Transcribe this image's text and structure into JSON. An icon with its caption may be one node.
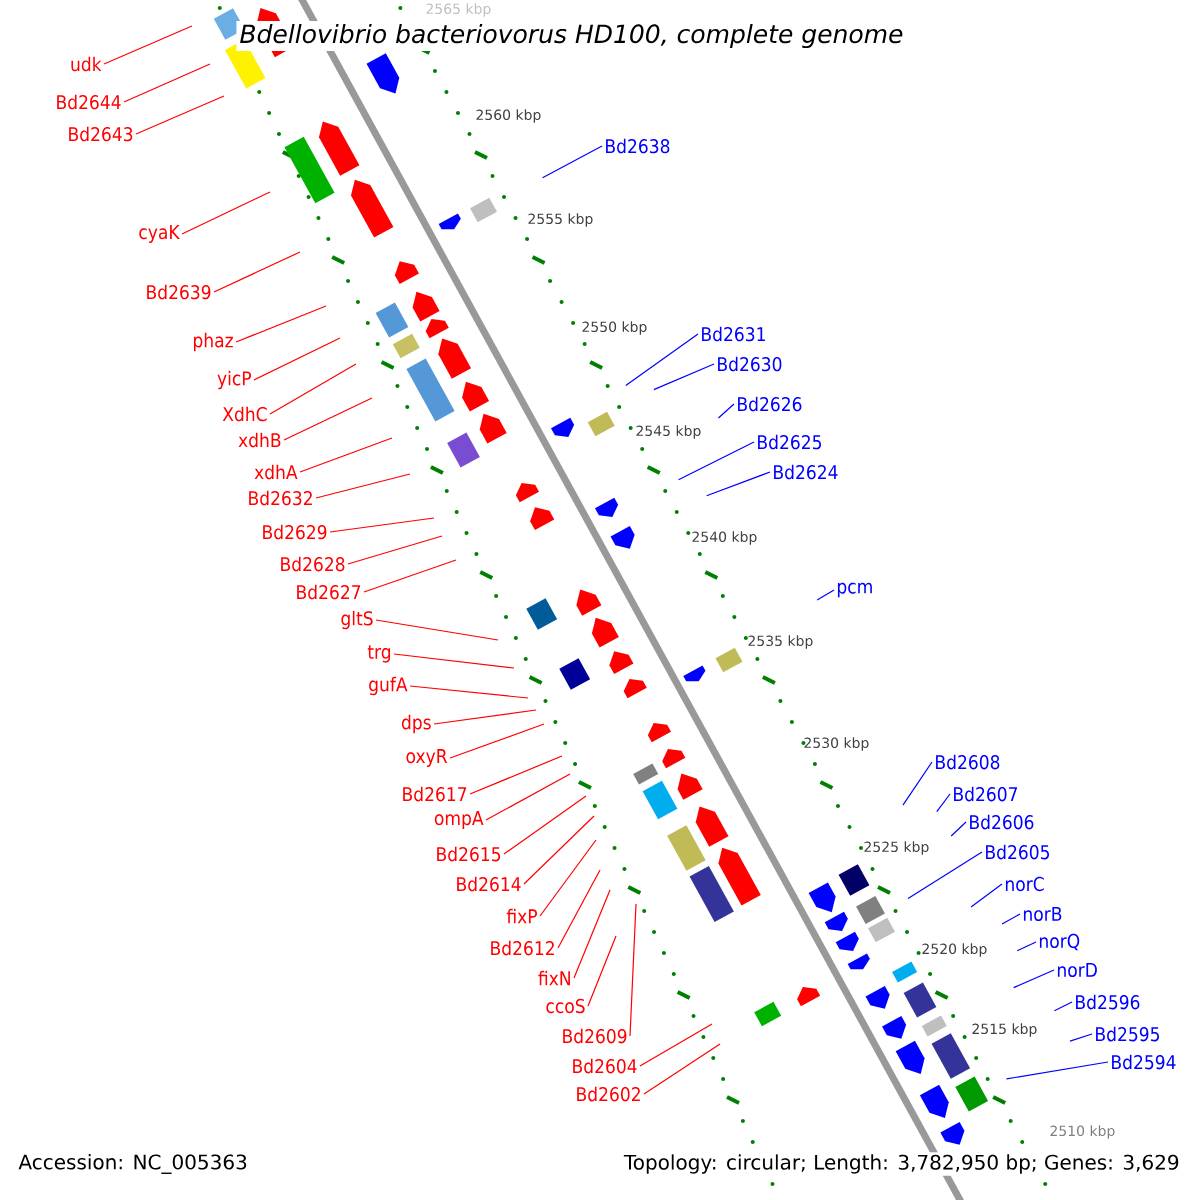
{
  "diagram": {
    "title": "Bdellovibrio bacteriovorus HD100, complete genome",
    "nodes": [
      {
        "text": [
          "udk"
        ]
      },
      {
        "text": [
          "Bd2644"
        ]
      },
      {
        "text": [
          "Bd2643"
        ]
      },
      {
        "text": [
          "cyaK"
        ]
      },
      {
        "text": [
          "Bd2639"
        ]
      },
      {
        "text": [
          "phaz"
        ]
      },
      {
        "text": [
          "yicP"
        ]
      },
      {
        "text": [
          "XdhC"
        ]
      },
      {
        "text": [
          "xdhB"
        ]
      },
      {
        "text": [
          "xdhA"
        ]
      },
      {
        "text": [
          "Bd2632"
        ]
      },
      {
        "text": [
          "Bd2629"
        ]
      },
      {
        "text": [
          "Bd2628"
        ]
      },
      {
        "text": [
          "Bd2627"
        ]
      },
      {
        "text": [
          "gltS"
        ]
      },
      {
        "text": [
          "trg"
        ]
      },
      {
        "text": [
          "gufA"
        ]
      },
      {
        "text": [
          "dps"
        ]
      },
      {
        "text": [
          "oxyR"
        ]
      },
      {
        "text": [
          "Bd2617"
        ]
      },
      {
        "text": [
          "ompA"
        ]
      },
      {
        "text": [
          "Bd2615"
        ]
      },
      {
        "text": [
          "Bd2614"
        ]
      },
      {
        "text": [
          "fixP"
        ]
      },
      {
        "text": [
          "Bd2612"
        ]
      },
      {
        "text": [
          "fixN"
        ]
      },
      {
        "text": [
          "ccoS"
        ]
      },
      {
        "text": [
          "Bd2609"
        ]
      },
      {
        "text": [
          "Bd2604"
        ]
      },
      {
        "text": [
          "Bd2602"
        ]
      },
      {
        "text": [
          "Bd2638"
        ]
      },
      {
        "text": [
          "Bd2631"
        ]
      },
      {
        "text": [
          "Bd2630"
        ]
      },
      {
        "text": [
          "Bd2626"
        ]
      },
      {
        "text": [
          "Bd2625"
        ]
      },
      {
        "text": [
          "Bd2624"
        ]
      },
      {
        "text": [
          "pcm"
        ]
      },
      {
        "text": [
          "Bd2608"
        ]
      },
      {
        "text": [
          "Bd2607"
        ]
      },
      {
        "text": [
          "Bd2606"
        ]
      },
      {
        "text": [
          "Bd2605"
        ]
      },
      {
        "text": [
          "norC"
        ]
      },
      {
        "text": [
          "norB"
        ]
      },
      {
        "text": [
          "norQ"
        ]
      },
      {
        "text": [
          "norD"
        ]
      },
      {
        "text": [
          "Bd2596"
        ]
      },
      {
        "text": [
          "Bd2595"
        ]
      },
      {
        "text": [
          "Bd2594"
        ]
      }
    ],
    "edges": [
      {
        "from": 0,
        "to": null,
        "arrow": "none"
      },
      {
        "from": 1,
        "to": null,
        "arrow": "none"
      },
      {
        "from": 2,
        "to": null,
        "arrow": "none"
      },
      {
        "from": 3,
        "to": null,
        "arrow": "none"
      },
      {
        "from": 4,
        "to": null,
        "arrow": "none"
      },
      {
        "from": 5,
        "to": null,
        "arrow": "none"
      },
      {
        "from": 6,
        "to": null,
        "arrow": "none"
      },
      {
        "from": 7,
        "to": null,
        "arrow": "none"
      },
      {
        "from": 8,
        "to": null,
        "arrow": "none"
      },
      {
        "from": 9,
        "to": null,
        "arrow": "none"
      },
      {
        "from": 10,
        "to": null,
        "arrow": "none"
      },
      {
        "from": 11,
        "to": null,
        "arrow": "none"
      },
      {
        "from": 12,
        "to": null,
        "arrow": "none"
      },
      {
        "from": 13,
        "to": null,
        "arrow": "none"
      },
      {
        "from": 14,
        "to": null,
        "arrow": "none"
      },
      {
        "from": 15,
        "to": null,
        "arrow": "none"
      },
      {
        "from": 16,
        "to": null,
        "arrow": "none"
      },
      {
        "from": 17,
        "to": null,
        "arrow": "none"
      },
      {
        "from": 18,
        "to": null,
        "arrow": "none"
      },
      {
        "from": 19,
        "to": null,
        "arrow": "none"
      },
      {
        "from": 20,
        "to": null,
        "arrow": "none"
      },
      {
        "from": 21,
        "to": null,
        "arrow": "none"
      },
      {
        "from": 22,
        "to": null,
        "arrow": "none"
      },
      {
        "from": 23,
        "to": null,
        "arrow": "none"
      },
      {
        "from": 24,
        "to": null,
        "arrow": "none"
      },
      {
        "from": 25,
        "to": null,
        "arrow": "none"
      },
      {
        "from": 26,
        "to": null,
        "arrow": "none"
      },
      {
        "from": 27,
        "to": null,
        "arrow": "none"
      },
      {
        "from": 28,
        "to": null,
        "arrow": "none"
      },
      {
        "from": 29,
        "to": null,
        "arrow": "none"
      },
      {
        "from": 30,
        "to": null,
        "arrow": "none",
        "color": "#0000ff"
      },
      {
        "from": 31,
        "to": null,
        "arrow": "none",
        "color": "#0000ff"
      },
      {
        "from": 32,
        "to": null,
        "arrow": "none",
        "color": "#0000ff"
      },
      {
        "from": 33,
        "to": null,
        "arrow": "none",
        "color": "#0000ff"
      },
      {
        "from": 34,
        "to": null,
        "arrow": "none",
        "color": "#0000ff"
      },
      {
        "from": 35,
        "to": null,
        "arrow": "none",
        "color": "#0000ff"
      },
      {
        "from": 36,
        "to": null,
        "arrow": "none",
        "color": "#0000ff"
      },
      {
        "from": 37,
        "to": null,
        "arrow": "none",
        "color": "#0000ff"
      },
      {
        "from": 38,
        "to": null,
        "arrow": "none",
        "color": "#0000ff"
      },
      {
        "from": 39,
        "to": null,
        "arrow": "none",
        "color": "#0000ff"
      },
      {
        "from": 40,
        "to": null,
        "arrow": "none",
        "color": "#0000ff"
      },
      {
        "from": 41,
        "to": null,
        "arrow": "none",
        "color": "#0000ff"
      },
      {
        "from": 42,
        "to": null,
        "arrow": "none",
        "color": "#0000ff"
      },
      {
        "from": 43,
        "to": null,
        "arrow": "none",
        "color": "#0000ff"
      },
      {
        "from": 44,
        "to": null,
        "arrow": "none",
        "color": "#0000ff"
      },
      {
        "from": 45,
        "to": null,
        "arrow": "none",
        "color": "#0000ff"
      },
      {
        "from": 46,
        "to": null,
        "arrow": "none",
        "color": "#0000ff"
      },
      {
        "from": 47,
        "to": null,
        "arrow": "none",
        "color": "#0000ff"
      }
    ],
    "labels": [
      "2565 kbp",
      "2560 kbp",
      "2555 kbp",
      "2550 kbp",
      "2545 kbp",
      "2540 kbp",
      "2535 kbp",
      "2530 kbp",
      "2525 kbp",
      "2520 kbp",
      "2515 kbp",
      "2510 kbp",
      "Accession: NC_005363",
      "Topology: circular; Length: 3,782,950 bp; Genes: 3,629"
    ]
  }
}
